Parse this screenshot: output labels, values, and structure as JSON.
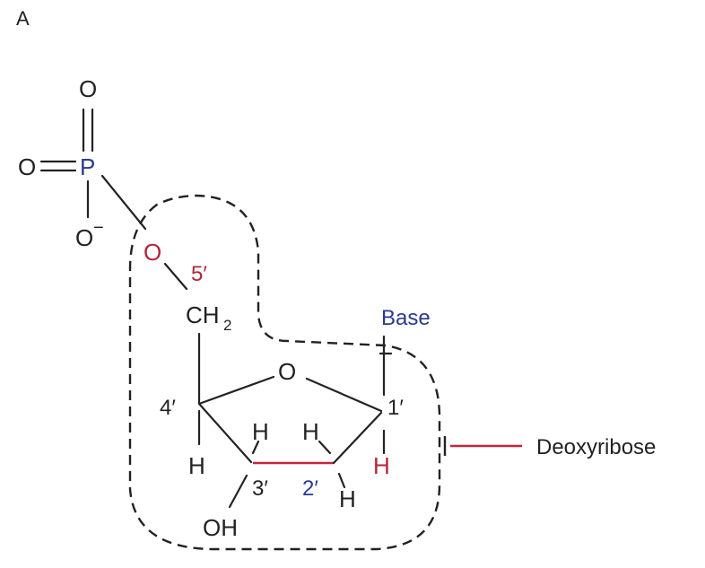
{
  "panel_label": "A",
  "atoms": {
    "o_top": "O",
    "o_double": "O",
    "p": "P",
    "o_minus": "O",
    "minus": "−",
    "o_link": "O",
    "c5_prime": "5′",
    "ch2": "CH",
    "ch2_sub": "2",
    "base": "Base",
    "ring_o": "O",
    "c4_prime": "4′",
    "c1_prime": "1′",
    "h_4": "H",
    "h_3_up": "H",
    "h_2_up": "H",
    "c3_prime": "3′",
    "c2_prime": "2′",
    "h_1": "H",
    "h_2_down": "H",
    "oh": "OH"
  },
  "callout": {
    "label": "Deoxyribose"
  },
  "colors": {
    "text": "#222222",
    "accent_blue": "#2b3a8c",
    "accent_red": "#b3263a"
  }
}
